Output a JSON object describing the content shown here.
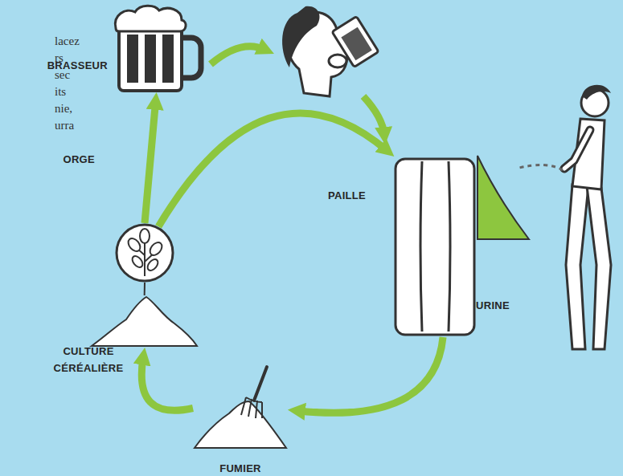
{
  "diagram": {
    "nodes": [
      {
        "text": [
          "BRASSEUR"
        ]
      },
      {
        "text": [
          "ORGE"
        ]
      },
      {
        "text": [
          "PAILLE"
        ]
      },
      {
        "text": [
          "URINE"
        ]
      },
      {
        "text": [
          "CULTURE CÉRÉALIÈRE"
        ]
      },
      {
        "text": [
          "FUMIER"
        ]
      }
    ],
    "edges": [
      {
        "from": 1,
        "to": 0,
        "arrow": "to"
      },
      {
        "from": 1,
        "to": 2,
        "arrow": "to"
      },
      {
        "from": 2,
        "to": 5,
        "arrow": "to"
      },
      {
        "from": 5,
        "to": 4,
        "arrow": "to"
      },
      {
        "from": 4,
        "to": 1,
        "arrow": "none"
      }
    ],
    "labels": [
      "lacez rs sec its nie, urra"
    ]
  }
}
